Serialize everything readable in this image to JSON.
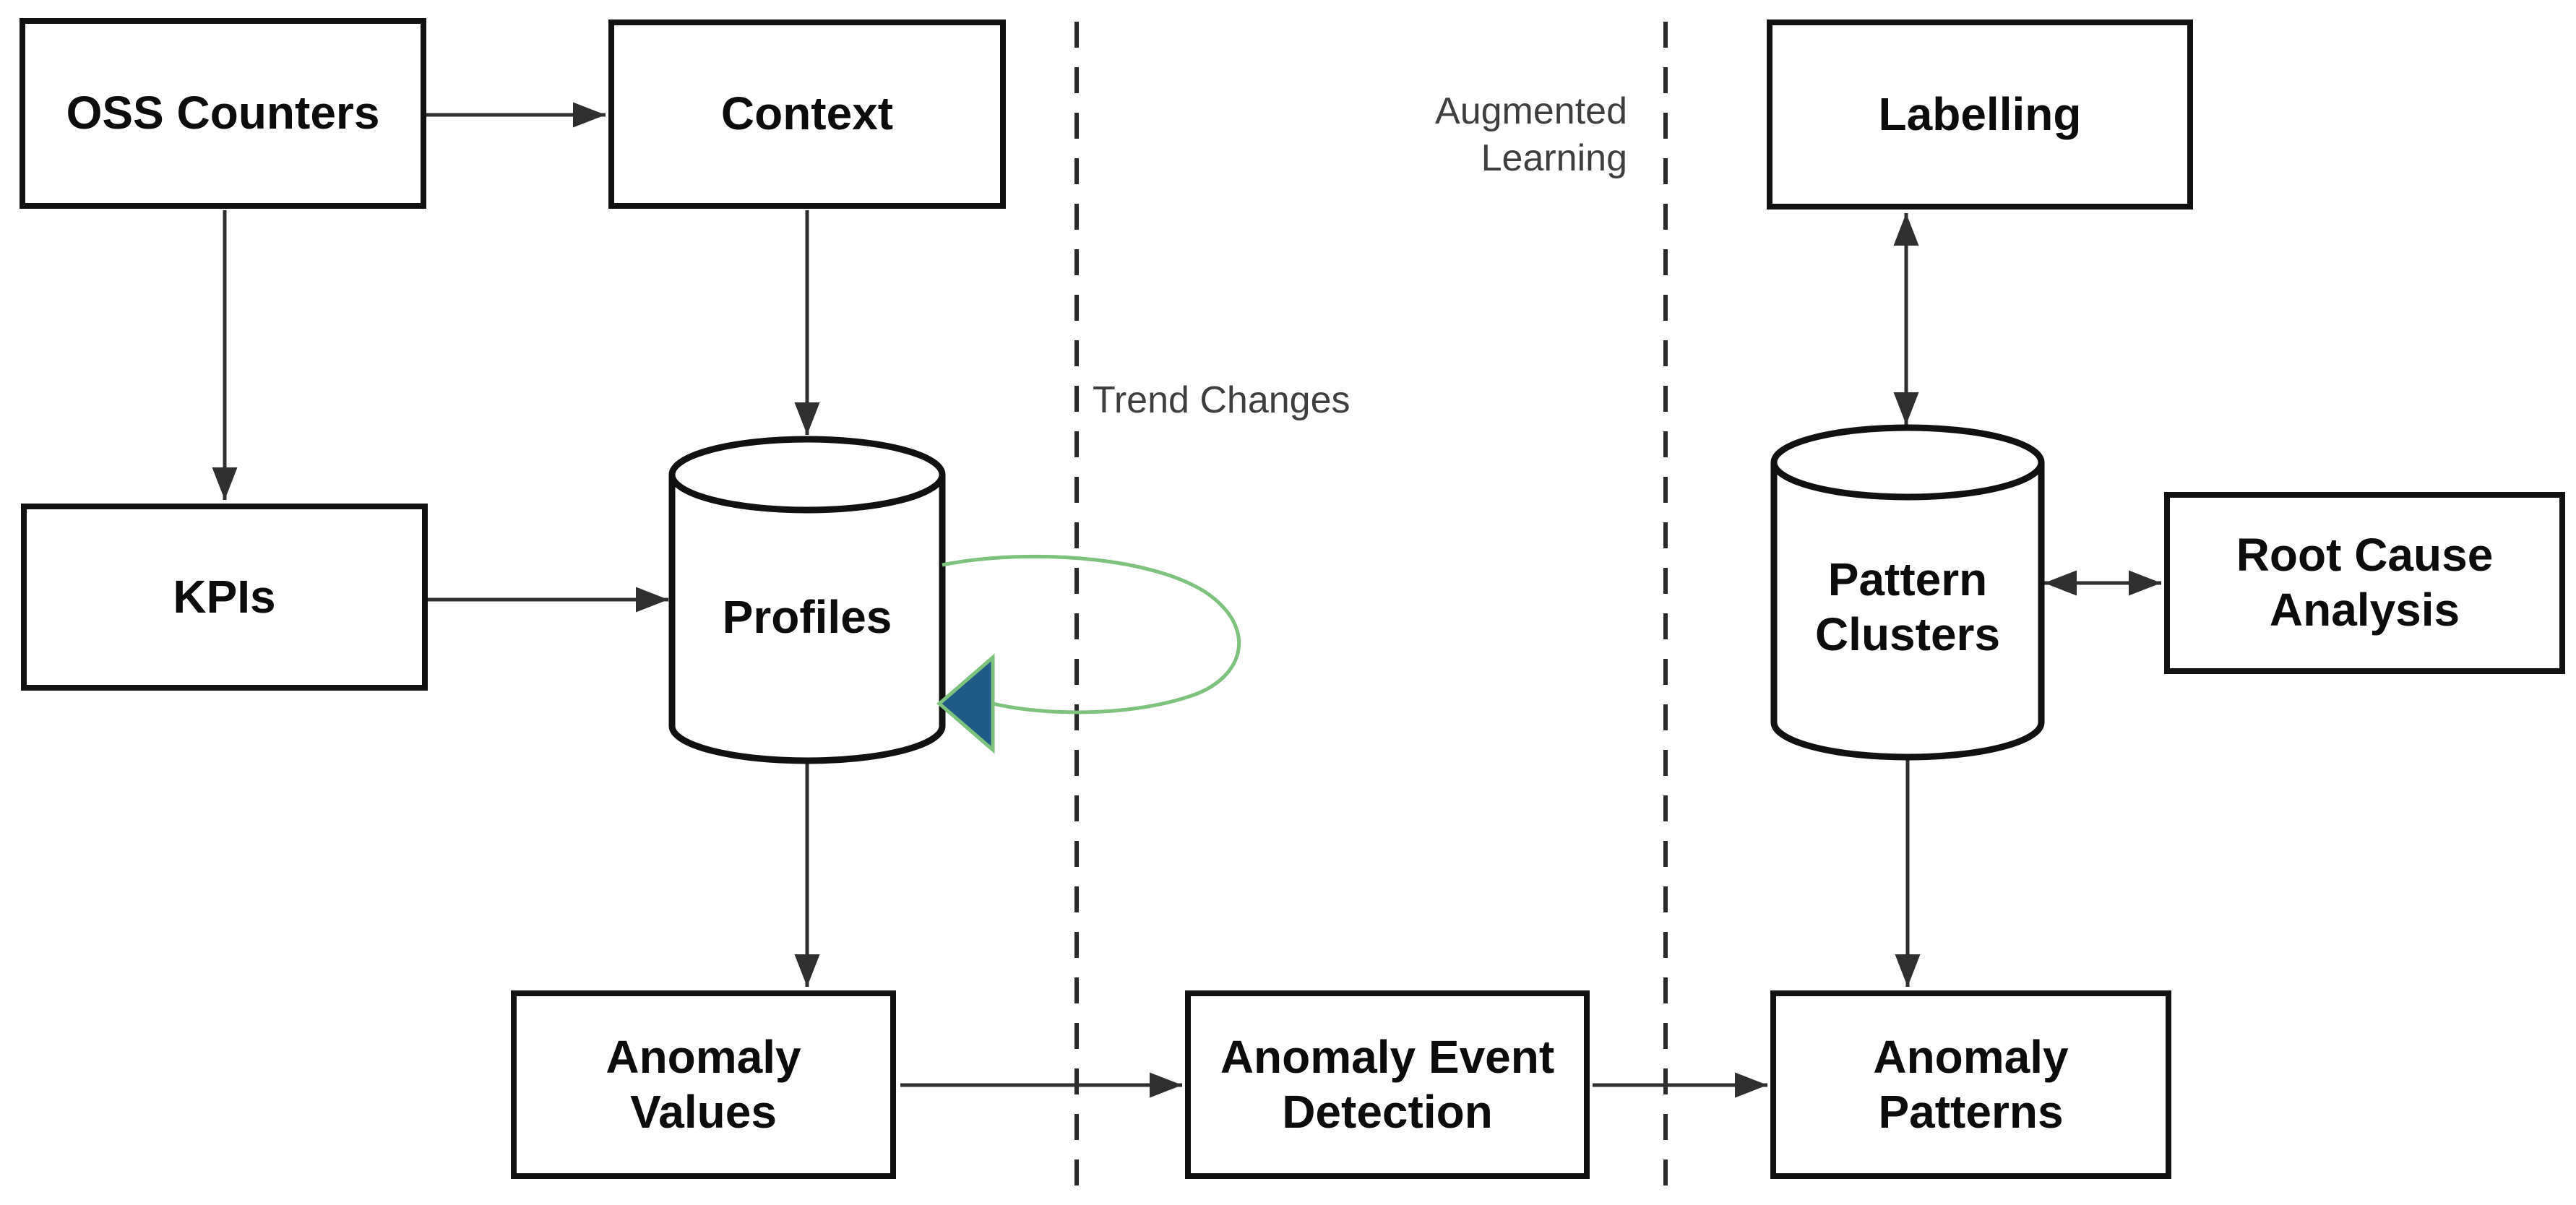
{
  "diagram": {
    "nodes": {
      "oss_counters": {
        "label": "OSS Counters",
        "shape": "rectangle"
      },
      "context": {
        "label": "Context",
        "shape": "rectangle"
      },
      "labelling": {
        "label": "Labelling",
        "shape": "rectangle"
      },
      "kpis": {
        "label": "KPIs",
        "shape": "rectangle"
      },
      "profiles": {
        "label": "Profiles",
        "shape": "cylinder"
      },
      "pattern_clusters": {
        "label": "Pattern\nClusters",
        "shape": "cylinder"
      },
      "root_cause_analysis": {
        "label": "Root Cause\nAnalysis",
        "shape": "rectangle"
      },
      "anomaly_values": {
        "label": "Anomaly\nValues",
        "shape": "rectangle"
      },
      "anomaly_event_detection": {
        "label": "Anomaly Event\nDetection",
        "shape": "rectangle"
      },
      "anomaly_patterns": {
        "label": "Anomaly\nPatterns",
        "shape": "rectangle"
      }
    },
    "annotations": {
      "trend_changes": "Trend Changes",
      "augmented_learning": "Augmented\nLearning"
    },
    "edges": [
      {
        "from": "OSS Counters",
        "to": "Context",
        "type": "arrow"
      },
      {
        "from": "OSS Counters",
        "to": "KPIs",
        "type": "arrow"
      },
      {
        "from": "Context",
        "to": "Profiles",
        "type": "arrow"
      },
      {
        "from": "KPIs",
        "to": "Profiles",
        "type": "arrow"
      },
      {
        "from": "Profiles",
        "to": "Profiles",
        "type": "self-loop",
        "color": "green-blue"
      },
      {
        "from": "Profiles",
        "to": "Anomaly Values",
        "type": "arrow"
      },
      {
        "from": "Anomaly Values",
        "to": "Anomaly Event Detection",
        "type": "arrow"
      },
      {
        "from": "Anomaly Event Detection",
        "to": "Anomaly Patterns",
        "type": "arrow"
      },
      {
        "from": "Labelling",
        "to": "Pattern Clusters",
        "type": "double-arrow"
      },
      {
        "from": "Pattern Clusters",
        "to": "Root Cause Analysis",
        "type": "double-arrow"
      },
      {
        "from": "Pattern Clusters",
        "to": "Anomaly Patterns",
        "type": "arrow"
      }
    ],
    "colors": {
      "background": "#ffffff",
      "node_fill": "#ffffff",
      "node_border": "#111111",
      "connector": "#2f2f2f",
      "separator": "#2a2a2a",
      "self_loop_green": "#7cc17c",
      "self_loop_arrowhead_blue": "#205a87",
      "annotation_text": "#3e3e3e"
    }
  }
}
